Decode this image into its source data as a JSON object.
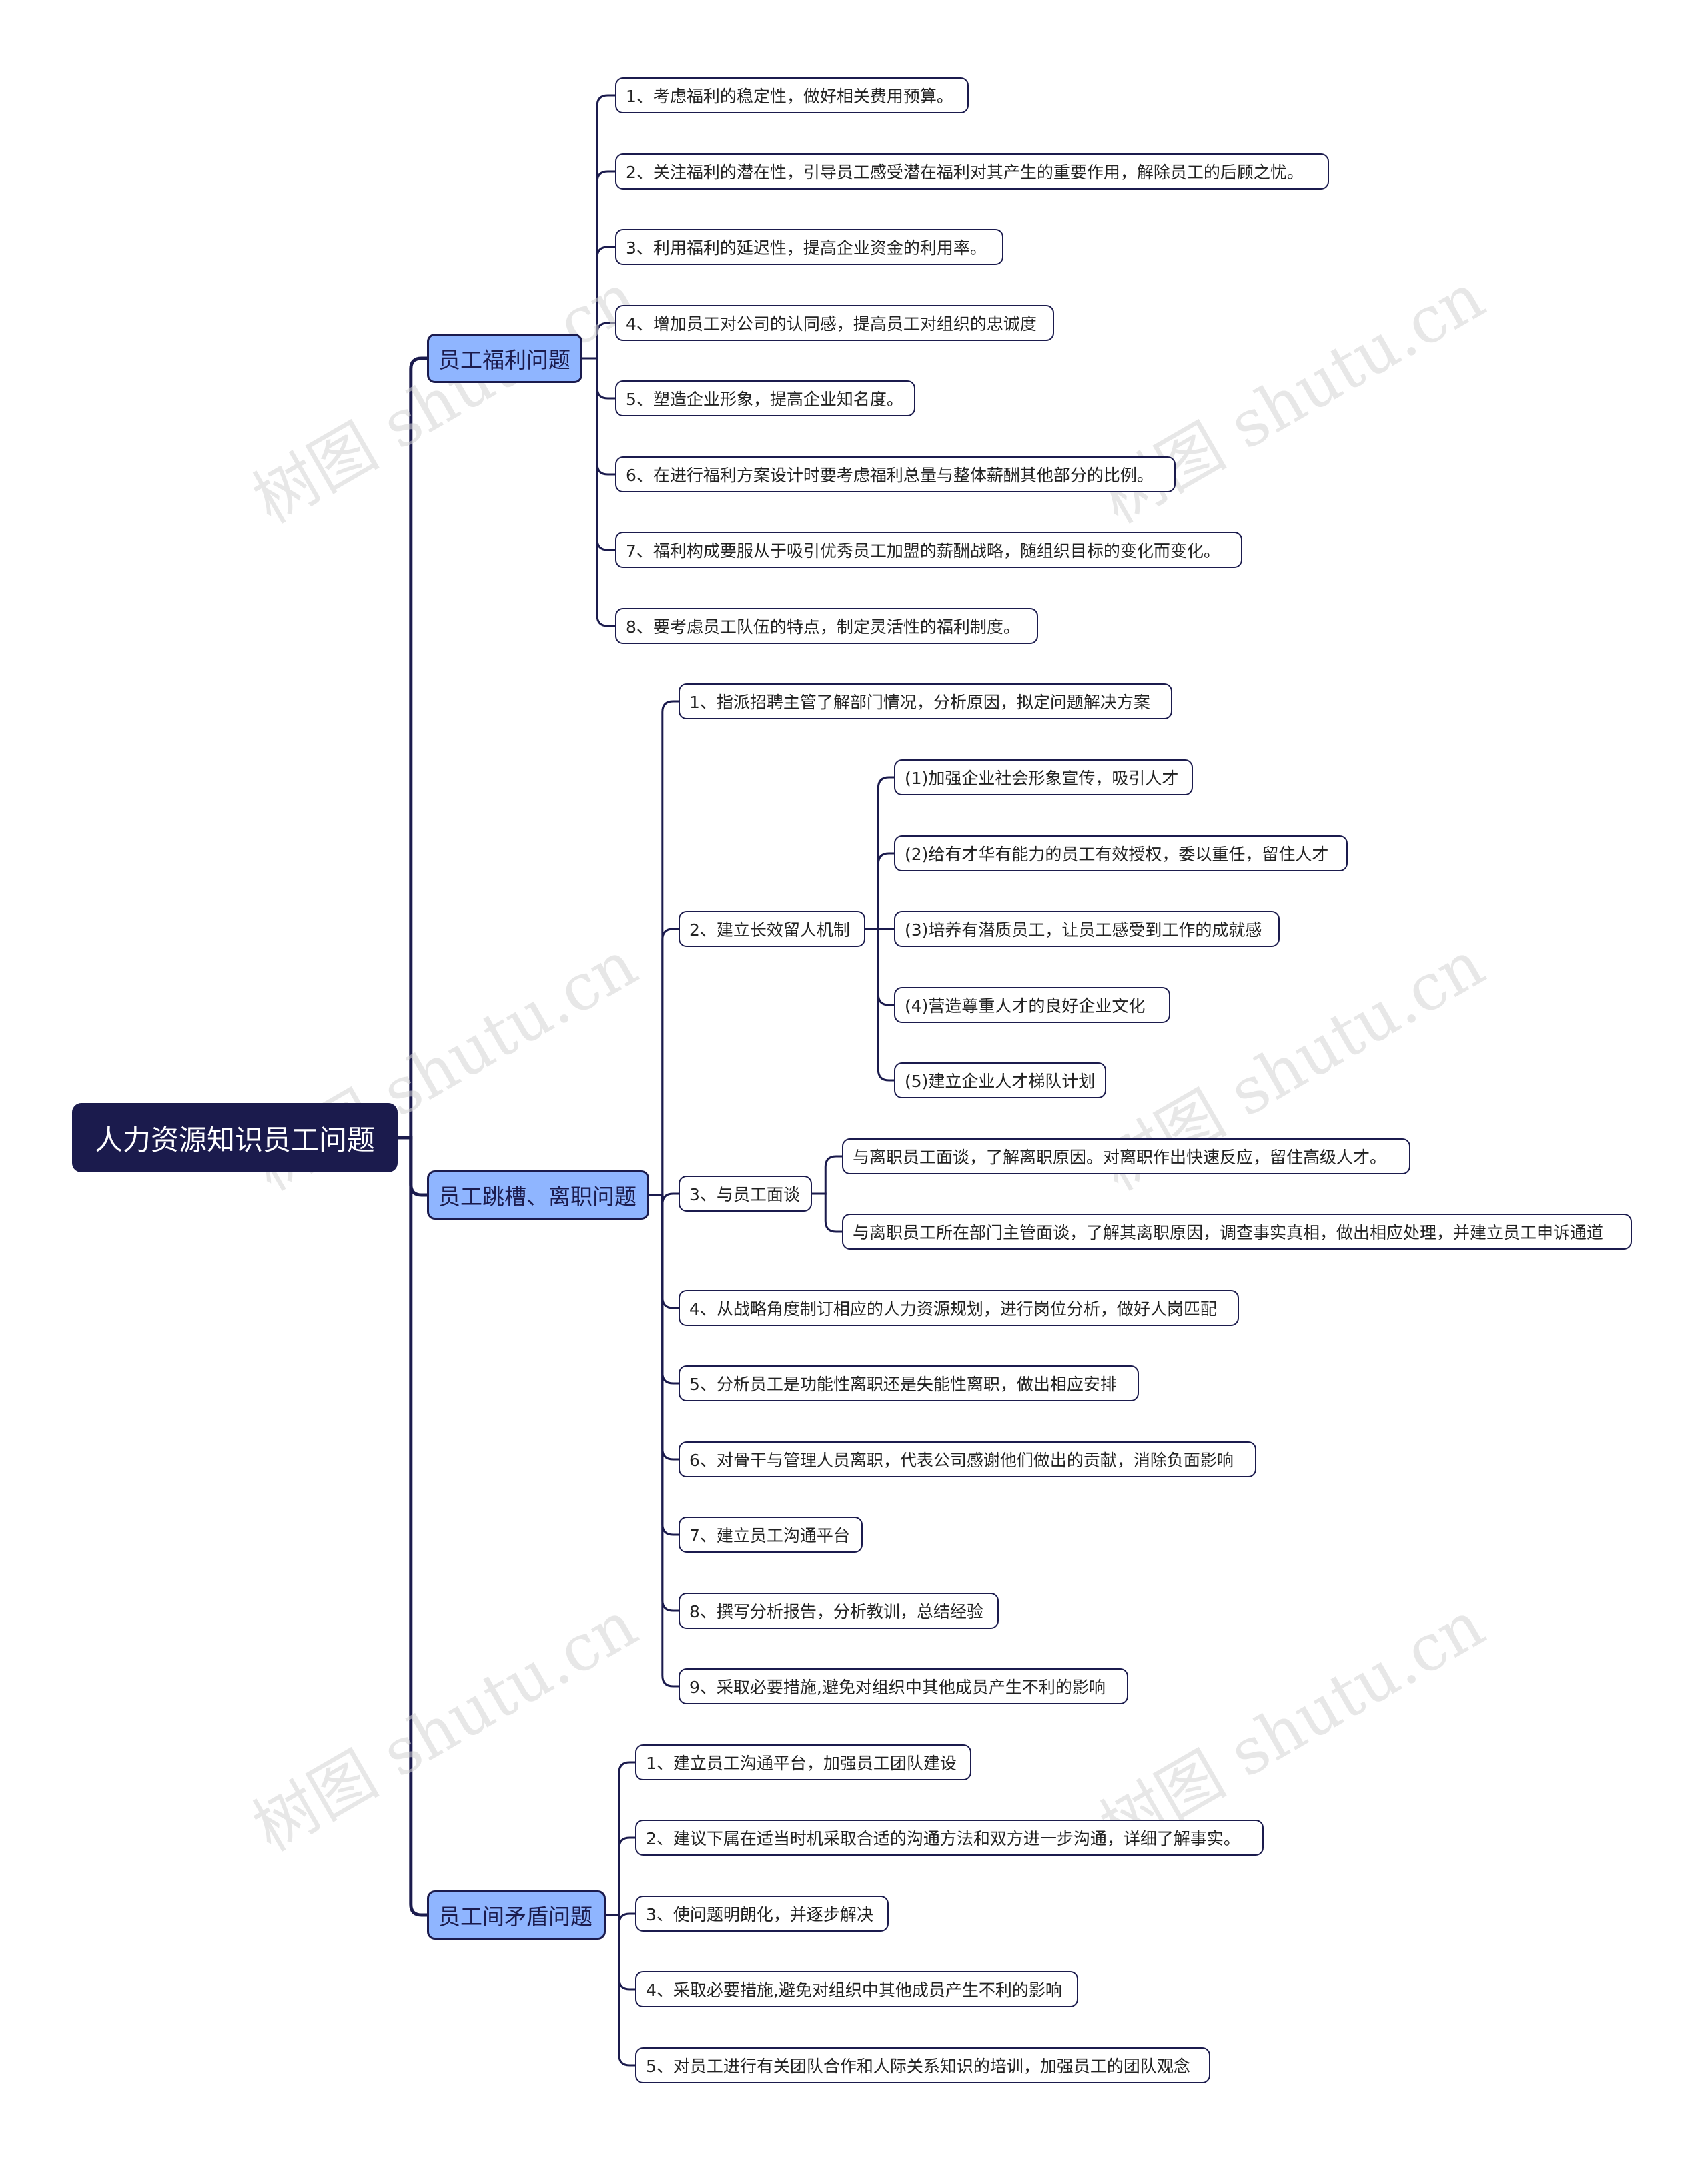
{
  "root": {
    "label": "人力资源知识员工问题"
  },
  "branches": [
    {
      "label": "员工福利问题",
      "items": [
        "1、考虑福利的稳定性，做好相关费用预算。",
        "2、关注福利的潜在性，引导员工感受潜在福利对其产生的重要作用，解除员工的后顾之忧。",
        "3、利用福利的延迟性，提高企业资金的利用率。",
        "4、增加员工对公司的认同感，提高员工对组织的忠诚度",
        "5、塑造企业形象，提高企业知名度。",
        "6、在进行福利方案设计时要考虑福利总量与整体薪酬其他部分的比例。",
        "7、福利构成要服从于吸引优秀员工加盟的薪酬战略，随组织目标的变化而变化。",
        "8、要考虑员工队伍的特点，制定灵活性的福利制度。"
      ]
    },
    {
      "label": "员工跳槽、离职问题",
      "items": [
        "1、指派招聘主管了解部门情况，分析原因，拟定问题解决方案",
        "2、建立长效留人机制",
        "3、与员工面谈",
        "4、从战略角度制订相应的人力资源规划，进行岗位分析，做好人岗匹配",
        "5、分析员工是功能性离职还是失能性离职，做出相应安排",
        "6、对骨干与管理人员离职，代表公司感谢他们做出的贡献，消除负面影响",
        "7、建立员工沟通平台",
        "8、撰写分析报告，分析教训，总结经验",
        "9、采取必要措施,避免对组织中其他成员产生不利的影响"
      ],
      "retention_items": [
        "(1)加强企业社会形象宣传，吸引人才",
        "(2)给有才华有能力的员工有效授权，委以重任，留住人才",
        "(3)培养有潜质员工，让员工感受到工作的成就感",
        "(4)营造尊重人才的良好企业文化",
        "(5)建立企业人才梯队计划"
      ],
      "interview_items": [
        "与离职员工面谈，了解离职原因。对离职作出快速反应，留住高级人才。",
        "与离职员工所在部门主管面谈，了解其离职原因，调查事实真相，做出相应处理，并建立员工申诉通道"
      ]
    },
    {
      "label": "员工间矛盾问题",
      "items": [
        "1、建立员工沟通平台，加强员工团队建设",
        "2、建议下属在适当时机采取合适的沟通方法和双方进一步沟通，详细了解事实。",
        "3、使问题明朗化，并逐步解决",
        "4、采取必要措施,避免对组织中其他成员产生不利的影响",
        "5、对员工进行有关团队合作和人际关系知识的培训，加强员工的团队观念"
      ]
    }
  ],
  "watermark": "树图 shutu.cn",
  "colors": {
    "root_bg": "#1b1b4d",
    "branch_bg": "#8fb5ff",
    "line": "#1b1b4d",
    "leaf_bg": "#ffffff"
  }
}
